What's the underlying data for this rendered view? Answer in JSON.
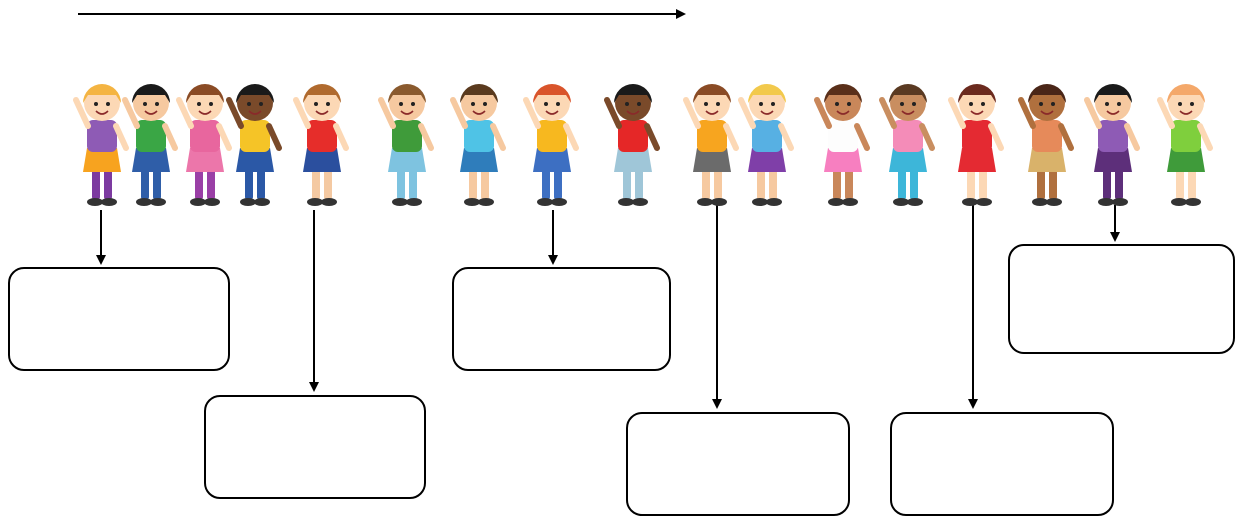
{
  "diagram": {
    "timeline_direction": "left-to-right",
    "line_color": "#000000",
    "children": [
      {
        "name": "girl-orange-dress-glasses",
        "hair": "#f4b442",
        "top": "#8e5bb5",
        "bottom": "#f7a31f",
        "legs": "#7c3aa0",
        "skin": "#fcd8b5"
      },
      {
        "name": "boy-green-shirt-glasses",
        "hair": "#1a1a1a",
        "top": "#3aa645",
        "bottom": "#2f5ea8",
        "legs": "#2f5ea8",
        "skin": "#f6c9a0"
      },
      {
        "name": "girl-pink-dress-pigtails",
        "hair": "#8a4b25",
        "top": "#e8669e",
        "bottom": "#ec76aa",
        "legs": "#9a3fa6",
        "skin": "#fcd8b5"
      },
      {
        "name": "boy-yellow-shirt-books",
        "hair": "#1a1a1a",
        "top": "#f5c427",
        "bottom": "#2b58a6",
        "legs": "#2b58a6",
        "skin": "#7a4a2a"
      },
      {
        "name": "boy-red-shirt-thumbs-up",
        "hair": "#b06a2e",
        "top": "#e62d2a",
        "bottom": "#2b4f9e",
        "legs": "#f4c9a2",
        "skin": "#fcd8b5"
      },
      {
        "name": "boy-green-shirt-waving",
        "hair": "#8a5a2e",
        "top": "#3f9b3a",
        "bottom": "#7ec3e0",
        "legs": "#7ec3e0",
        "skin": "#f6c9a0"
      },
      {
        "name": "boy-blue-shirt",
        "hair": "#5a3a1e",
        "top": "#4fc3e6",
        "bottom": "#2f7dbb",
        "legs": "#f6c9a0",
        "skin": "#f6c9a0"
      },
      {
        "name": "boy-yellow-shirt-running",
        "hair": "#d9542b",
        "top": "#f7b81f",
        "bottom": "#3d6fc2",
        "legs": "#3d6fc2",
        "skin": "#fcd8b5"
      },
      {
        "name": "boy-red-shirt-jeans",
        "hair": "#1a1a1a",
        "top": "#e52727",
        "bottom": "#9fc6d8",
        "legs": "#9fc6d8",
        "skin": "#7a4a2a"
      },
      {
        "name": "boy-orange-shirt-waving",
        "hair": "#8a4b25",
        "top": "#f7a51f",
        "bottom": "#6b6b6b",
        "legs": "#f6c9a0",
        "skin": "#fcd8b5"
      },
      {
        "name": "girl-blonde-purple-skirt",
        "hair": "#f2c94c",
        "top": "#57b0e3",
        "bottom": "#7f3fa8",
        "legs": "#f6c9a0",
        "skin": "#fcd8b5"
      },
      {
        "name": "girl-pink-tutu",
        "hair": "#5a2f1a",
        "top": "#fdfdfd",
        "bottom": "#f77fc0",
        "legs": "#c9875a",
        "skin": "#c9875a"
      },
      {
        "name": "girl-pink-shirt-pigtails",
        "hair": "#5a3a22",
        "top": "#f48cb8",
        "bottom": "#3db6d9",
        "legs": "#3db6d9",
        "skin": "#c98e60"
      },
      {
        "name": "girl-red-dress-long-hair",
        "hair": "#6b2a1e",
        "top": "#e42a32",
        "bottom": "#e42a32",
        "legs": "#fcd8b5",
        "skin": "#fcd8b5"
      },
      {
        "name": "girl-hula-skirt-flower",
        "hair": "#4a2618",
        "top": "#e68a5a",
        "bottom": "#d9b26a",
        "legs": "#b0703e",
        "skin": "#b0703e"
      },
      {
        "name": "girl-purple-shirt-teddy",
        "hair": "#1a1a1a",
        "top": "#8e5bb5",
        "bottom": "#5d2f7a",
        "legs": "#5d2f7a",
        "skin": "#f6c9a0"
      },
      {
        "name": "girl-green-dress-ball",
        "hair": "#f4a86a",
        "top": "#7fcf3d",
        "bottom": "#3f9b3a",
        "legs": "#fcd8b5",
        "skin": "#fcd8b5"
      }
    ],
    "label_boxes": [
      {
        "id": "box-1",
        "text": ""
      },
      {
        "id": "box-2",
        "text": ""
      },
      {
        "id": "box-3",
        "text": ""
      },
      {
        "id": "box-4",
        "text": ""
      },
      {
        "id": "box-5",
        "text": ""
      },
      {
        "id": "box-6",
        "text": ""
      }
    ]
  }
}
